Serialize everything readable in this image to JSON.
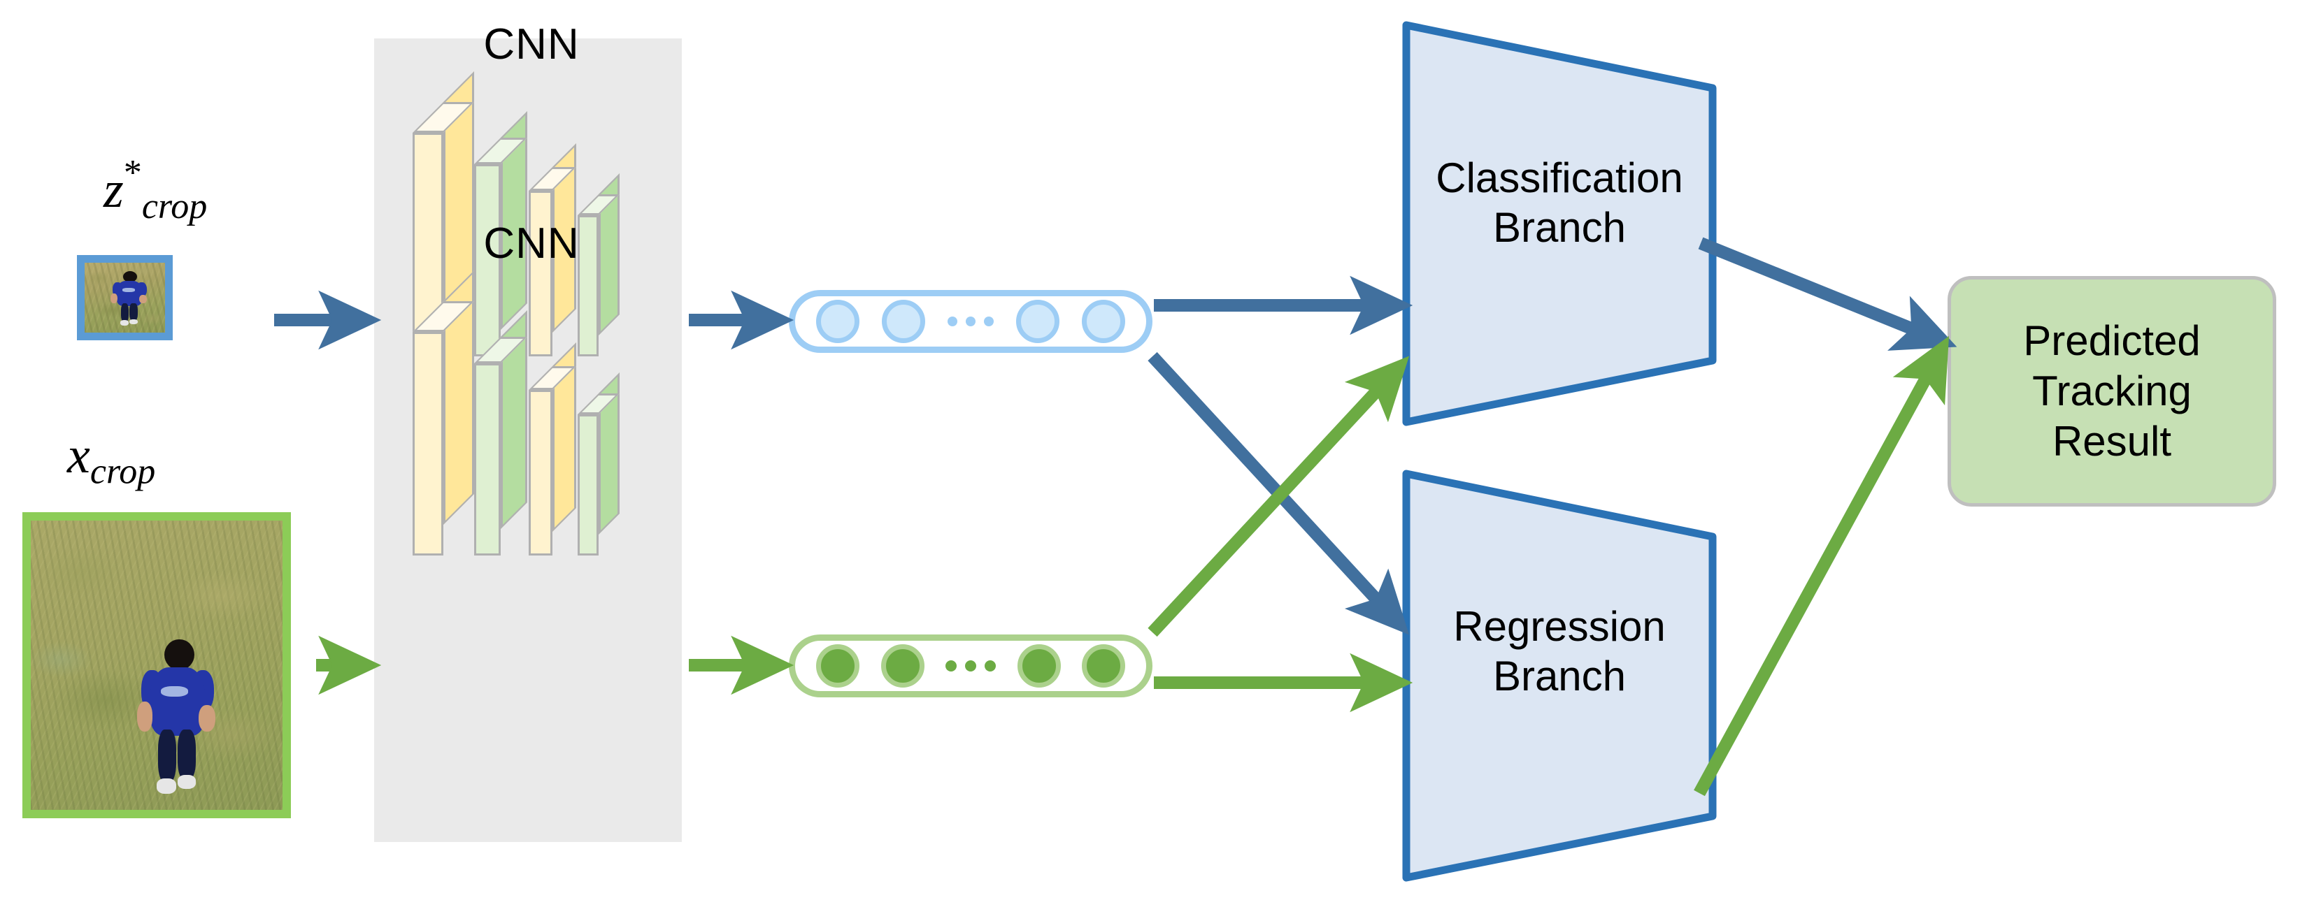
{
  "diagram": {
    "title": "Siamese tracking network with classification and regression branches",
    "colors": {
      "blue_arrow": "#41709e",
      "green_arrow": "#6cab43",
      "branch_fill": "#dce6f3",
      "branch_stroke": "#2a72b5",
      "result_fill": "#c6e0b4",
      "result_stroke": "#bfbfbf",
      "panel_fill": "#eaeaea",
      "template_border": "#5b9bd5",
      "search_border": "#8ccc57",
      "node_blue_fill": "#cfe8fb",
      "node_blue_stroke": "#9dcdf5",
      "node_green_fill": "#6cab43",
      "node_green_stroke": "#abd18c",
      "slab_yellow": "#ffe79a",
      "slab_yellow_light": "#fff3cf",
      "slab_green": "#b4dda0",
      "slab_green_light": "#d9edcc",
      "slab_stroke": "#b0b0b0"
    },
    "inputs": [
      {
        "name": "template-crop",
        "label_base": "z",
        "label_sup": "*",
        "label_sub": "crop",
        "border_color": "#5b9bd5",
        "caption": "template crop image of person running on grass"
      },
      {
        "name": "search-crop",
        "label_base": "x",
        "label_sup": "",
        "label_sub": "crop",
        "border_color": "#8ccc57",
        "caption": "search region crop image of person running on grass"
      }
    ],
    "backbones": [
      {
        "name": "cnn-template",
        "label": "CNN"
      },
      {
        "name": "cnn-search",
        "label": "CNN"
      }
    ],
    "feature_vectors": [
      {
        "name": "template-feature-vector",
        "node_count": 4,
        "ellipsis": "...",
        "color": "blue"
      },
      {
        "name": "search-feature-vector",
        "node_count": 4,
        "ellipsis": "...",
        "color": "green"
      }
    ],
    "branches": [
      {
        "name": "classification-branch",
        "line1": "Classification",
        "line2": "Branch"
      },
      {
        "name": "regression-branch",
        "line1": "Regression",
        "line2": "Branch"
      }
    ],
    "output": {
      "name": "predicted-tracking-result",
      "line1": "Predicted",
      "line2": "Tracking",
      "line3": "Result"
    },
    "edges": [
      {
        "from": "template-crop",
        "to": "cnn-template",
        "color": "blue"
      },
      {
        "from": "cnn-template",
        "to": "template-feature-vector",
        "color": "blue"
      },
      {
        "from": "search-crop",
        "to": "cnn-search",
        "color": "green"
      },
      {
        "from": "cnn-search",
        "to": "search-feature-vector",
        "color": "green"
      },
      {
        "from": "template-feature-vector",
        "to": "classification-branch",
        "color": "blue"
      },
      {
        "from": "template-feature-vector",
        "to": "regression-branch",
        "color": "blue"
      },
      {
        "from": "search-feature-vector",
        "to": "classification-branch",
        "color": "green"
      },
      {
        "from": "search-feature-vector",
        "to": "regression-branch",
        "color": "green"
      },
      {
        "from": "classification-branch",
        "to": "predicted-tracking-result",
        "color": "blue"
      },
      {
        "from": "regression-branch",
        "to": "predicted-tracking-result",
        "color": "green"
      }
    ]
  }
}
